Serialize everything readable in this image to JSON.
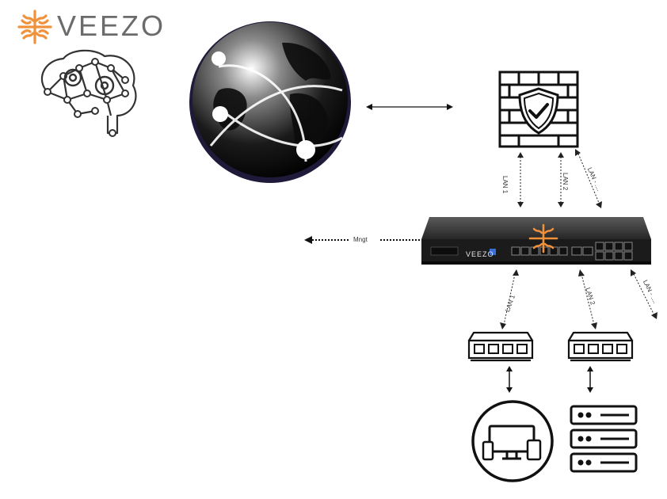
{
  "brand": {
    "name": "VEEZO",
    "accent": "#f0913c",
    "text_color": "#6b6b6b"
  },
  "labels": {
    "mngt": "Mngt",
    "fw_lan1": "LAN 1",
    "fw_lan2": "LAN 2",
    "fw_lan3": "LAN - ....",
    "sw_lan1": "LAN 1",
    "sw_lan2": "LAN 2",
    "sw_lan3": "LAN - ...."
  },
  "appliance": {
    "brand": "VEEZO"
  },
  "icons": {
    "logo": "veezo-logo-icon",
    "brain": "ai-brain-icon",
    "globe": "globe-icon",
    "firewall": "firewall-shield-icon",
    "appliance": "network-appliance-icon",
    "switch": "network-switch-icon",
    "devices": "devices-icon",
    "server": "server-rack-icon"
  }
}
